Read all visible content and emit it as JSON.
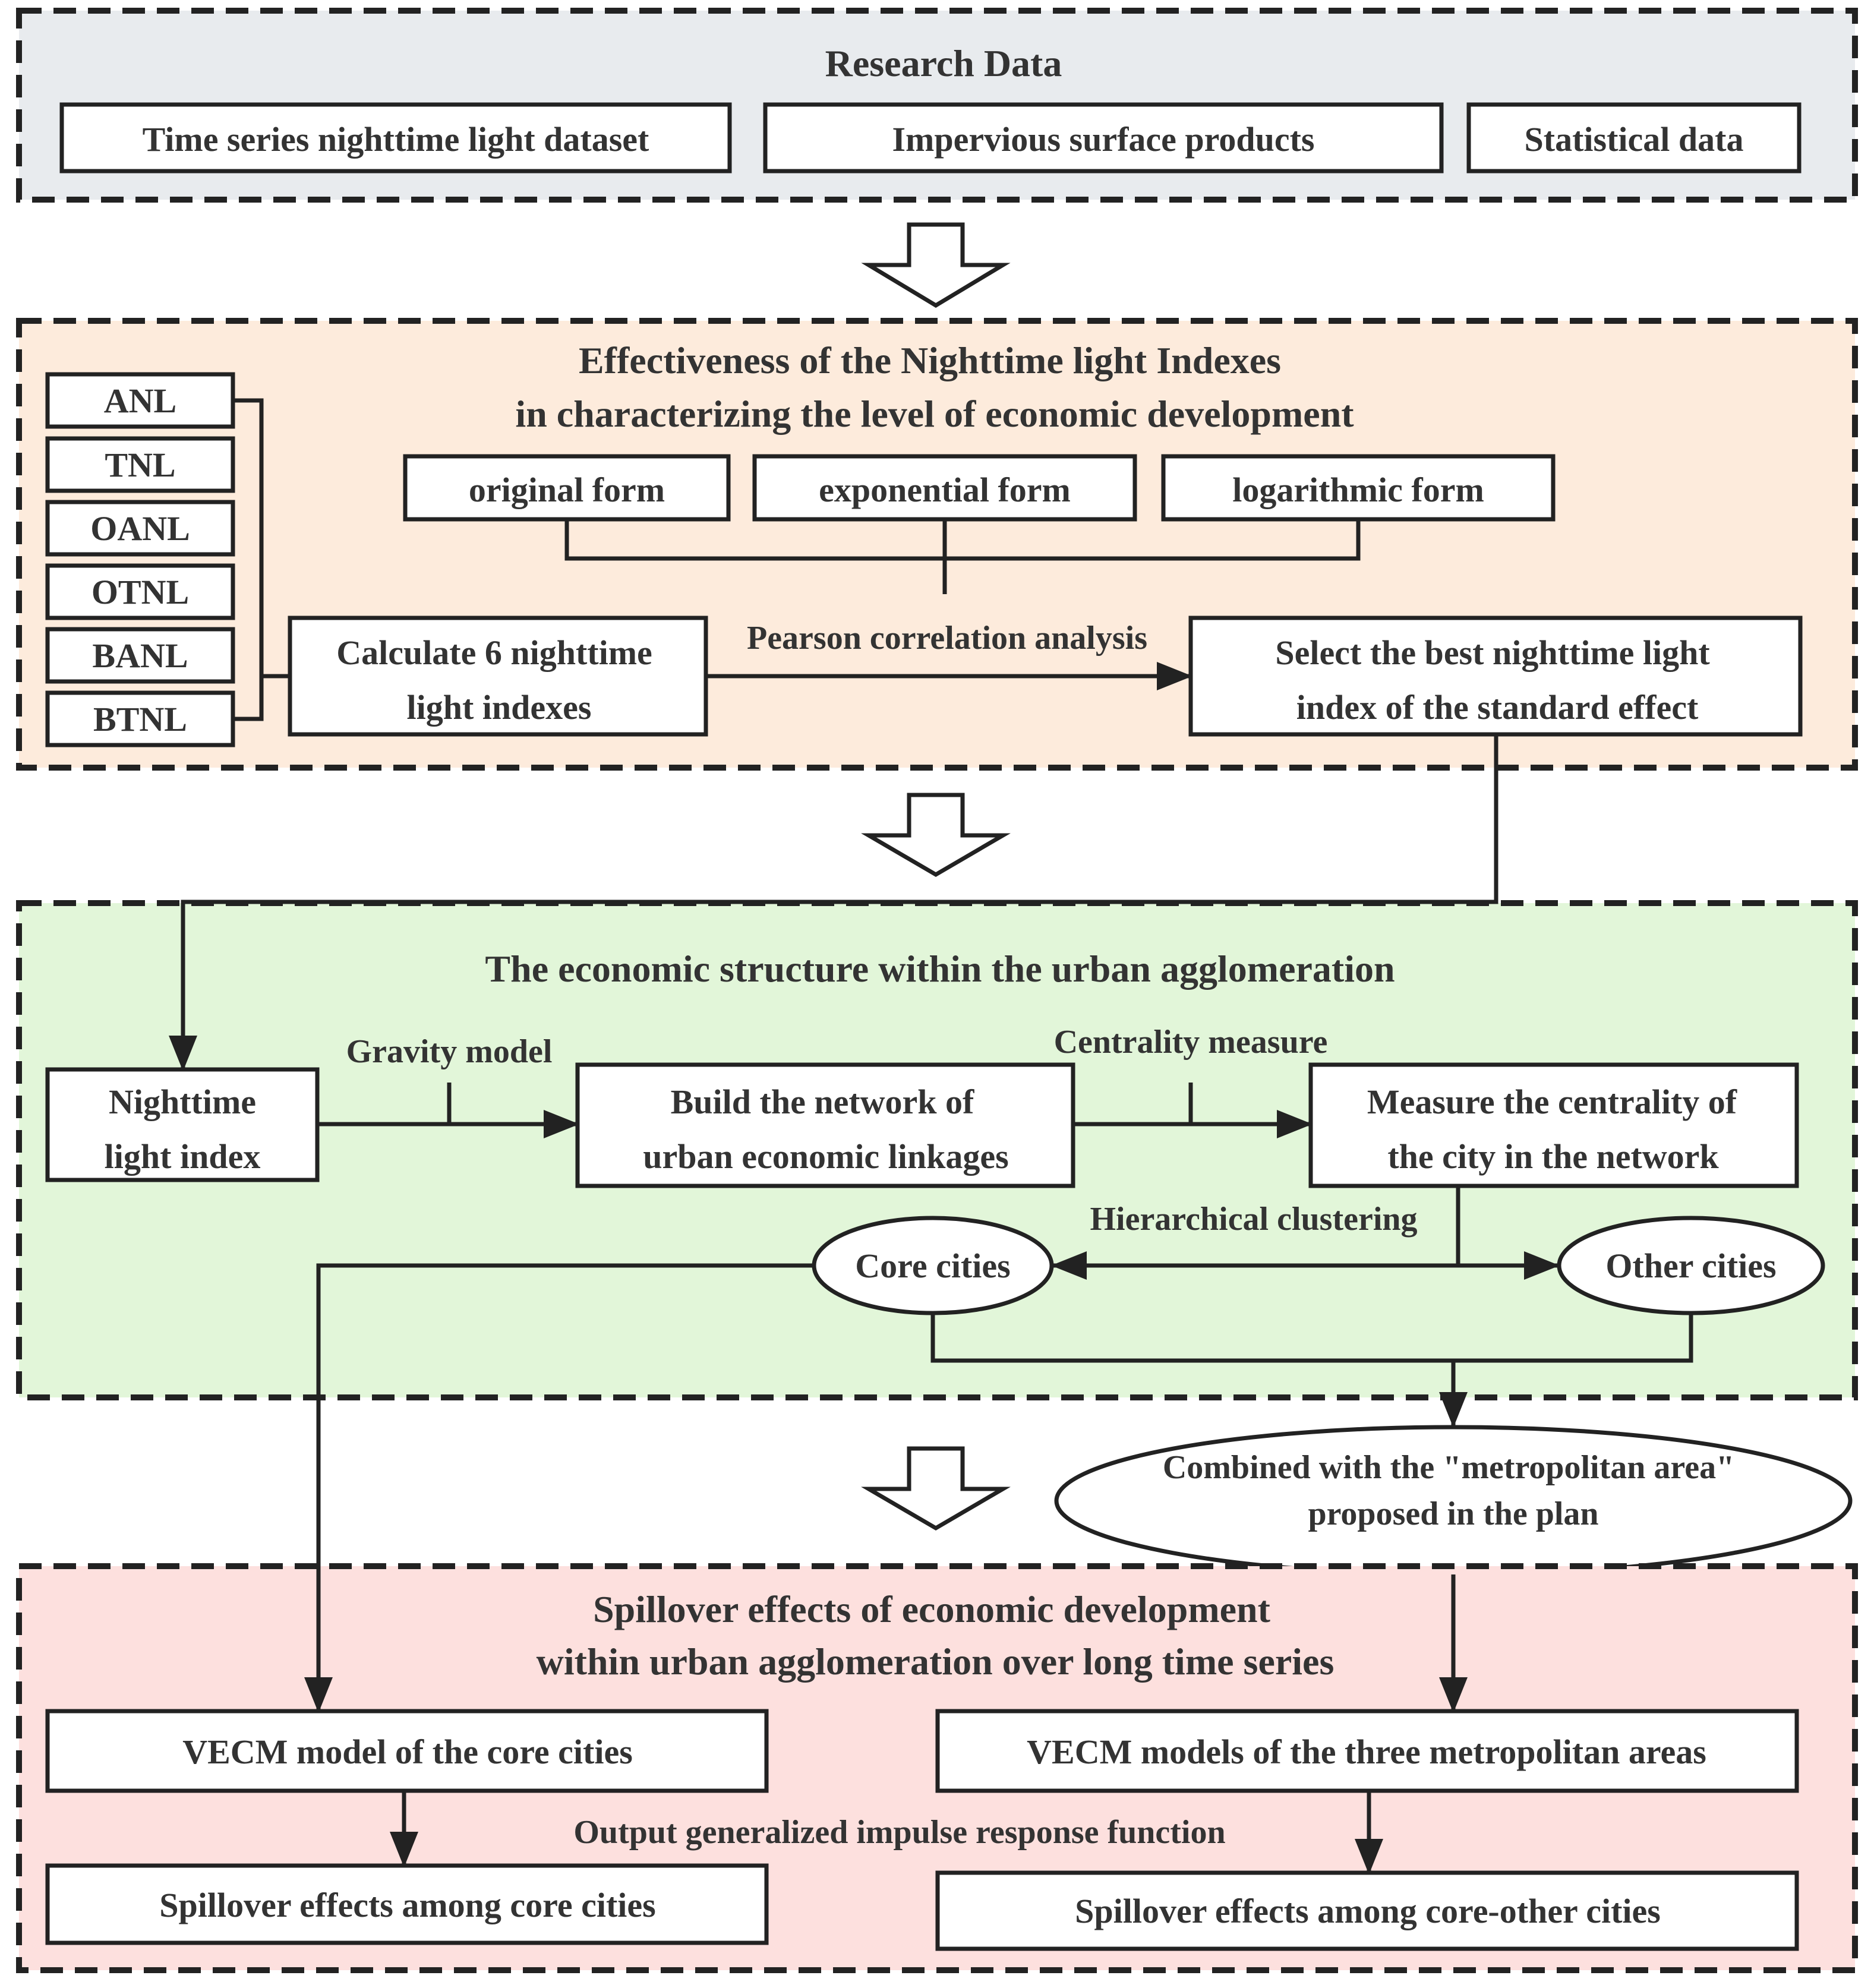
{
  "colors": {
    "section_research_bg": "#e8ebee",
    "section_effectiveness_bg": "#fdebdc",
    "section_structure_bg": "#e2f6d9",
    "section_spillover_bg": "#fde0de",
    "stroke": "#222222",
    "text": "#333333"
  },
  "research": {
    "title": "Research Data",
    "items": [
      "Time series nighttime light dataset",
      "Impervious surface products",
      "Statistical data"
    ]
  },
  "effectiveness": {
    "title_line1": "Effectiveness of the Nighttime light  Indexes",
    "title_line2": "in characterizing the level of economic development",
    "indexes": [
      "ANL",
      "TNL",
      "OANL",
      "OTNL",
      "BANL",
      "BTNL"
    ],
    "forms": [
      "original form",
      "exponential form",
      "logarithmic form"
    ],
    "calc_line1": "Calculate 6 nighttime",
    "calc_line2": "light indexes",
    "pearson_label": "Pearson correlation analysis",
    "select_line1": "Select the best nighttime light",
    "select_line2": "index of the standard effect"
  },
  "structure": {
    "title": "The economic structure within the urban agglomeration",
    "nli_line1": "Nighttime",
    "nli_line2": "light index",
    "gravity_label": "Gravity model",
    "network_line1": "Build the network of",
    "network_line2": "urban economic linkages",
    "centrality_label": "Centrality measure",
    "measure_line1": "Measure the centrality of",
    "measure_line2": "the city in the network",
    "clustering_label": "Hierarchical clustering",
    "core_cities": "Core cities",
    "other_cities": "Other cities"
  },
  "metro": {
    "line1": "Combined with the \"metropolitan area\"",
    "line2": "proposed in the  plan"
  },
  "spillover": {
    "title_line1": "Spillover effects of economic development",
    "title_line2": "within urban  agglomeration over long time series",
    "vecm_core": "VECM model of the core cities",
    "vecm_metro": "VECM models of the three metropolitan areas",
    "output_label": "Output generalized impulse response function",
    "spill_core": "Spillover effects among core cities",
    "spill_other": "Spillover effects among core-other cities"
  }
}
